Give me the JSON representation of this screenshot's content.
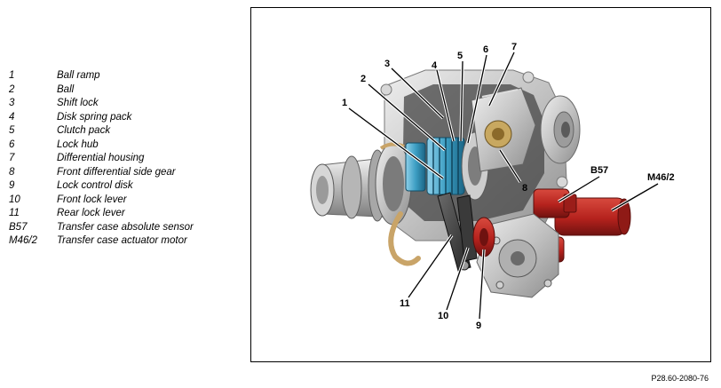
{
  "legend": [
    {
      "code": "1",
      "label": "Ball ramp"
    },
    {
      "code": "2",
      "label": "Ball"
    },
    {
      "code": "3",
      "label": "Shift lock"
    },
    {
      "code": "4",
      "label": "Disk spring pack"
    },
    {
      "code": "5",
      "label": "Clutch pack"
    },
    {
      "code": "6",
      "label": "Lock hub"
    },
    {
      "code": "7",
      "label": "Differential housing"
    },
    {
      "code": "8",
      "label": "Front differential side gear"
    },
    {
      "code": "9",
      "label": "Lock control disk"
    },
    {
      "code": "10",
      "label": "Front lock lever"
    },
    {
      "code": "11",
      "label": "Rear lock lever"
    },
    {
      "code": "B57",
      "label": "Transfer case absolute sensor"
    },
    {
      "code": "M46/2",
      "label": "Transfer case actuator motor"
    }
  ],
  "callouts": {
    "c1": "1",
    "c2": "2",
    "c3": "3",
    "c4": "4",
    "c5": "5",
    "c6": "6",
    "c7": "7",
    "c8": "8",
    "c9": "9",
    "c10": "10",
    "c11": "11",
    "cB57": "B57",
    "cM462": "M46/2"
  },
  "figure_ref": "P28.60-2080-76",
  "colors": {
    "housing": "#c9c9c9",
    "clutch": "#3d9fc4",
    "actuator": "#b5221d",
    "lever": "#1e1e1e",
    "pipe": "#c9a468"
  }
}
